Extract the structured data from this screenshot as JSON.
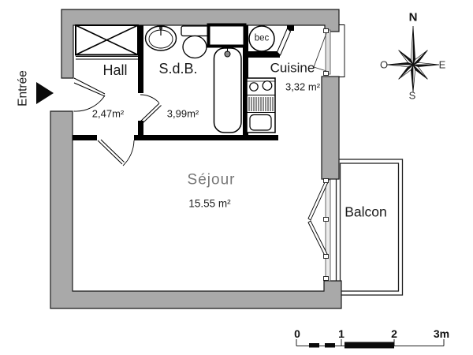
{
  "entrance": {
    "label": "Entrée"
  },
  "rooms": {
    "hall": {
      "name": "Hall",
      "area": "2,47m²"
    },
    "bathroom": {
      "name": "S.d.B.",
      "area": "3,99m²"
    },
    "kitchen": {
      "name": "Cuisine",
      "area": "3,32 m²"
    },
    "living_room": {
      "name": "Séjour",
      "area": "15.55 m²"
    },
    "balcony": {
      "name": "Balcon"
    }
  },
  "fixtures": {
    "water_heater": "bec"
  },
  "compass": {
    "north": "N",
    "east": "E",
    "south": "S",
    "west": "O"
  },
  "scale_bar": {
    "labels": [
      "0",
      "1",
      "2",
      "3m"
    ]
  },
  "colors": {
    "wall_fill": "#a9a9a9",
    "line": "#000000",
    "background": "#ffffff",
    "living_label": "#777777"
  }
}
